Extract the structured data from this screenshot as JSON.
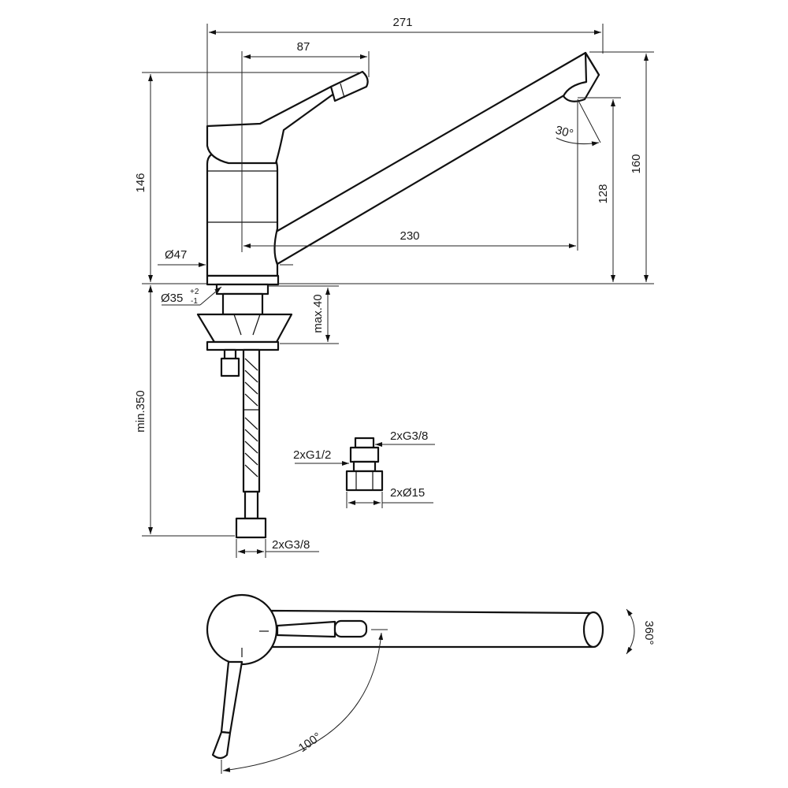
{
  "dimensions": {
    "total_length": "271",
    "lever_offset": "87",
    "body_height": "146",
    "spout_height": "160",
    "outlet_height": "128",
    "spout_reach": "230",
    "base_diameter": "Ø47",
    "hole_diameter": "Ø35",
    "hole_tol_plus": "+2",
    "hole_tol_minus": "-1",
    "max_thickness": "max.40",
    "hose_length": "min.350",
    "spout_angle": "30°",
    "swivel_angle": "360°",
    "lever_angle": "100°"
  },
  "connections": {
    "hose_thread": "2xG3/8",
    "adapter_top": "2xG3/8",
    "adapter_thread": "2xG1/2",
    "adapter_pipe": "2xØ15"
  }
}
